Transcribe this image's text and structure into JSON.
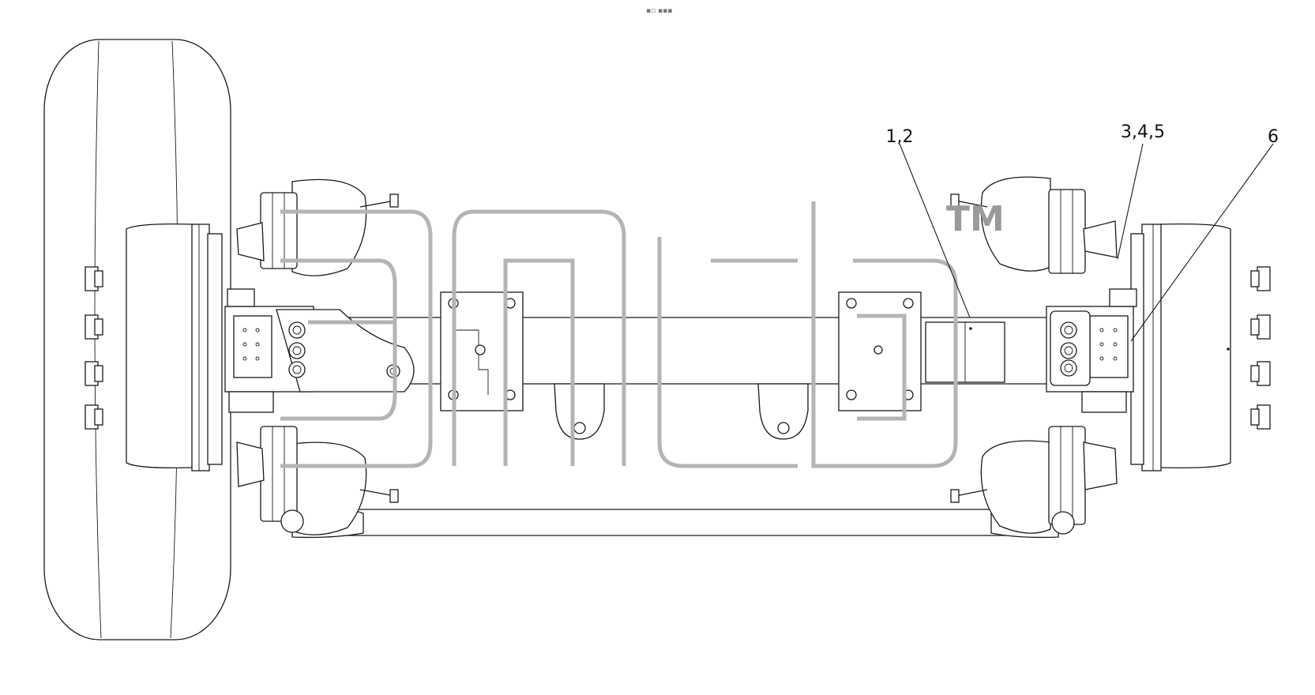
{
  "drawing": {
    "corner_mark": "▪▫ ▪▪▪",
    "callouts": [
      {
        "id": "c1",
        "label": "1,2"
      },
      {
        "id": "c2",
        "label": "3,4,5"
      },
      {
        "id": "c3",
        "label": "6"
      }
    ],
    "watermark": {
      "trademark": "TM"
    }
  }
}
